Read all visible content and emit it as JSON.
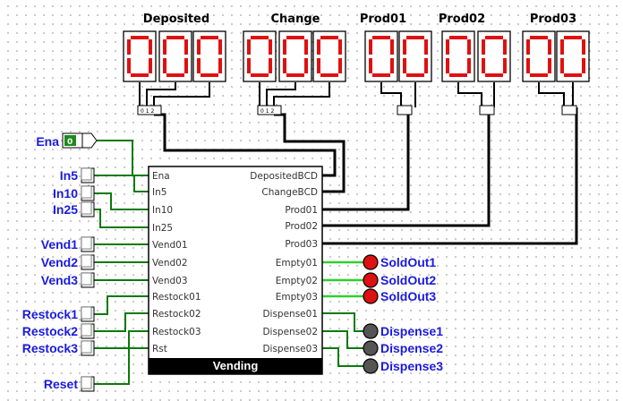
{
  "circuit": {
    "displays": [
      {
        "title": "Deposited",
        "digits": [
          "0",
          "0",
          "0"
        ]
      },
      {
        "title": "Change",
        "digits": [
          "0",
          "0",
          "0"
        ]
      },
      {
        "title": "Prod01",
        "digits": [
          "0",
          "0"
        ]
      },
      {
        "title": "Prod02",
        "digits": [
          "0",
          "0"
        ]
      },
      {
        "title": "Prod03",
        "digits": [
          "0",
          "0"
        ]
      }
    ],
    "splitter_text": "0 1 2",
    "enable": {
      "label": "Ena",
      "value": "0"
    },
    "inputs": [
      "In5",
      "In10",
      "In25",
      "Vend1",
      "Vend2",
      "Vend3",
      "Restock1",
      "Restock2",
      "Restock3",
      "Reset"
    ],
    "component": {
      "name": "Vending",
      "input_pins": [
        "Ena",
        "In5",
        "In10",
        "In25",
        "Vend01",
        "Vend02",
        "Vend03",
        "Restock01",
        "Restock02",
        "Restock03",
        "Rst"
      ],
      "output_pins": [
        "DepositedBCD",
        "ChangeBCD",
        "Prod01",
        "Prod02",
        "Prod03",
        "Empty01",
        "Empty02",
        "Empty03",
        "Dispense01",
        "Dispense02",
        "Dispense03"
      ]
    },
    "leds": [
      {
        "label": "SoldOut1",
        "color": "#dd1111"
      },
      {
        "label": "SoldOut2",
        "color": "#dd1111"
      },
      {
        "label": "SoldOut3",
        "color": "#dd1111"
      },
      {
        "label": "Dispense1",
        "color": "#555555"
      },
      {
        "label": "Dispense2",
        "color": "#555555"
      },
      {
        "label": "Dispense3",
        "color": "#555555"
      }
    ],
    "colors": {
      "wire_active": "#2fd02f",
      "wire_low": "#0a7a0a",
      "bus": "#000000",
      "label_blue": "#1a1adf"
    }
  }
}
